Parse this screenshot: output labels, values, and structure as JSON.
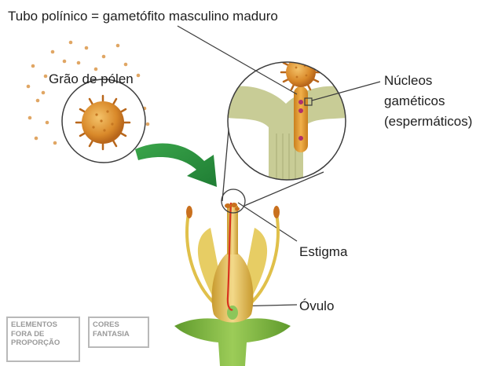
{
  "labels": {
    "title": "Tubo polínico = gametófito masculino maduro",
    "pollen_grain": "Grão de pólen",
    "nuclei_line1": "Núcleos",
    "nuclei_line2": "gaméticos",
    "nuclei_line3": "(espermáticos)",
    "stigma": "Estigma",
    "ovule": "Óvulo"
  },
  "badges": {
    "scale": "ELEMENTOS FORA DE PROPORÇÃO",
    "colors": "CORES FANTASIA"
  }
}
